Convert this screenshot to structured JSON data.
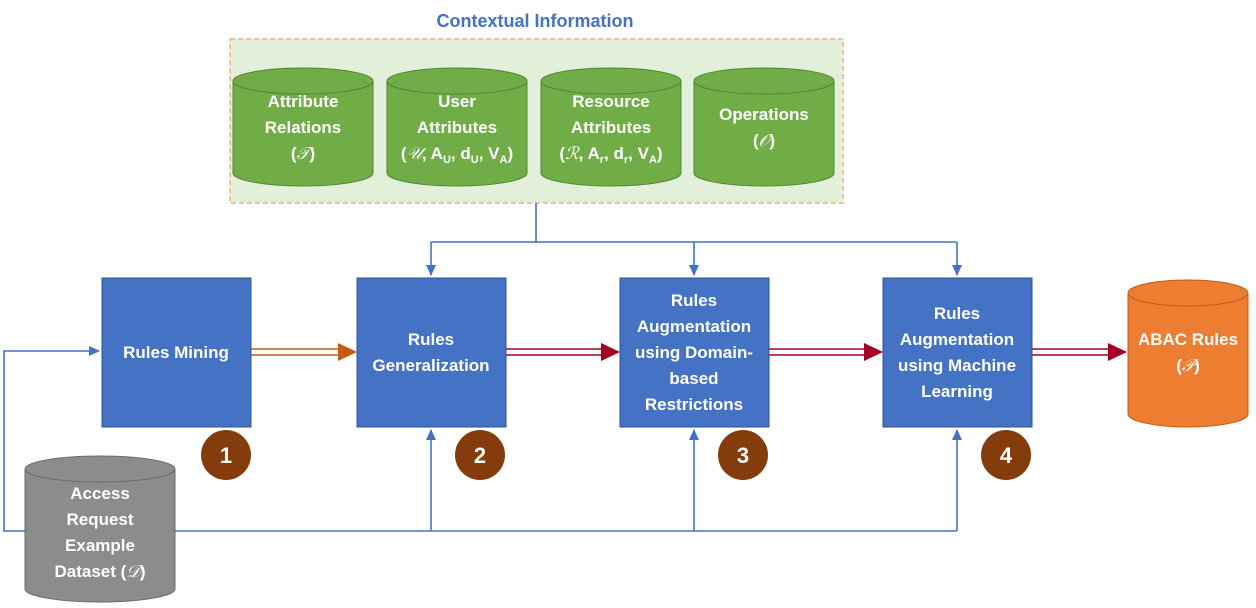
{
  "context": {
    "title": "Contextual Information",
    "stores": [
      {
        "line1": "Attribute",
        "line2": "Relations",
        "sym": "𝒯"
      },
      {
        "line1": "User",
        "line2": "Attributes",
        "sym": "𝒰",
        "a": "A",
        "a_sub": "U",
        "d": "d",
        "d_sub": "U",
        "v": "V",
        "v_sub": "A"
      },
      {
        "line1": "Resource",
        "line2": "Attributes",
        "sym": "ℛ",
        "a": "A",
        "a_sub": "r",
        "d": "d",
        "d_sub": "r",
        "v": "V",
        "v_sub": "A"
      },
      {
        "line1": "Operations",
        "sym": "𝒪"
      }
    ]
  },
  "steps": [
    {
      "lines": [
        "Rules Mining"
      ],
      "badge": "1"
    },
    {
      "lines": [
        "Rules",
        "Generalization"
      ],
      "badge": "2"
    },
    {
      "lines": [
        "Rules",
        "Augmentation",
        "using Domain-",
        "based",
        "Restrictions"
      ],
      "badge": "3"
    },
    {
      "lines": [
        "Rules",
        "Augmentation",
        "using Machine",
        "Learning"
      ],
      "badge": "4"
    }
  ],
  "output": {
    "line1": "ABAC Rules",
    "sym": "𝒫"
  },
  "dataset": {
    "lines": [
      "Access",
      "Request",
      "Example"
    ],
    "last": "Dataset",
    "sym": "𝒟"
  },
  "colors": {
    "green": "#70ad47",
    "green_dark": "#548235",
    "blue": "#4472c4",
    "blue_dark": "#2f528f",
    "orange": "#ed7d31",
    "gray": "#8c8c8c",
    "badge": "#843c0c",
    "arrow_red": "#a50021",
    "arrow_orange": "#c55a11",
    "panel_bg": "#e2efd9",
    "panel_border": "#f4b183"
  }
}
